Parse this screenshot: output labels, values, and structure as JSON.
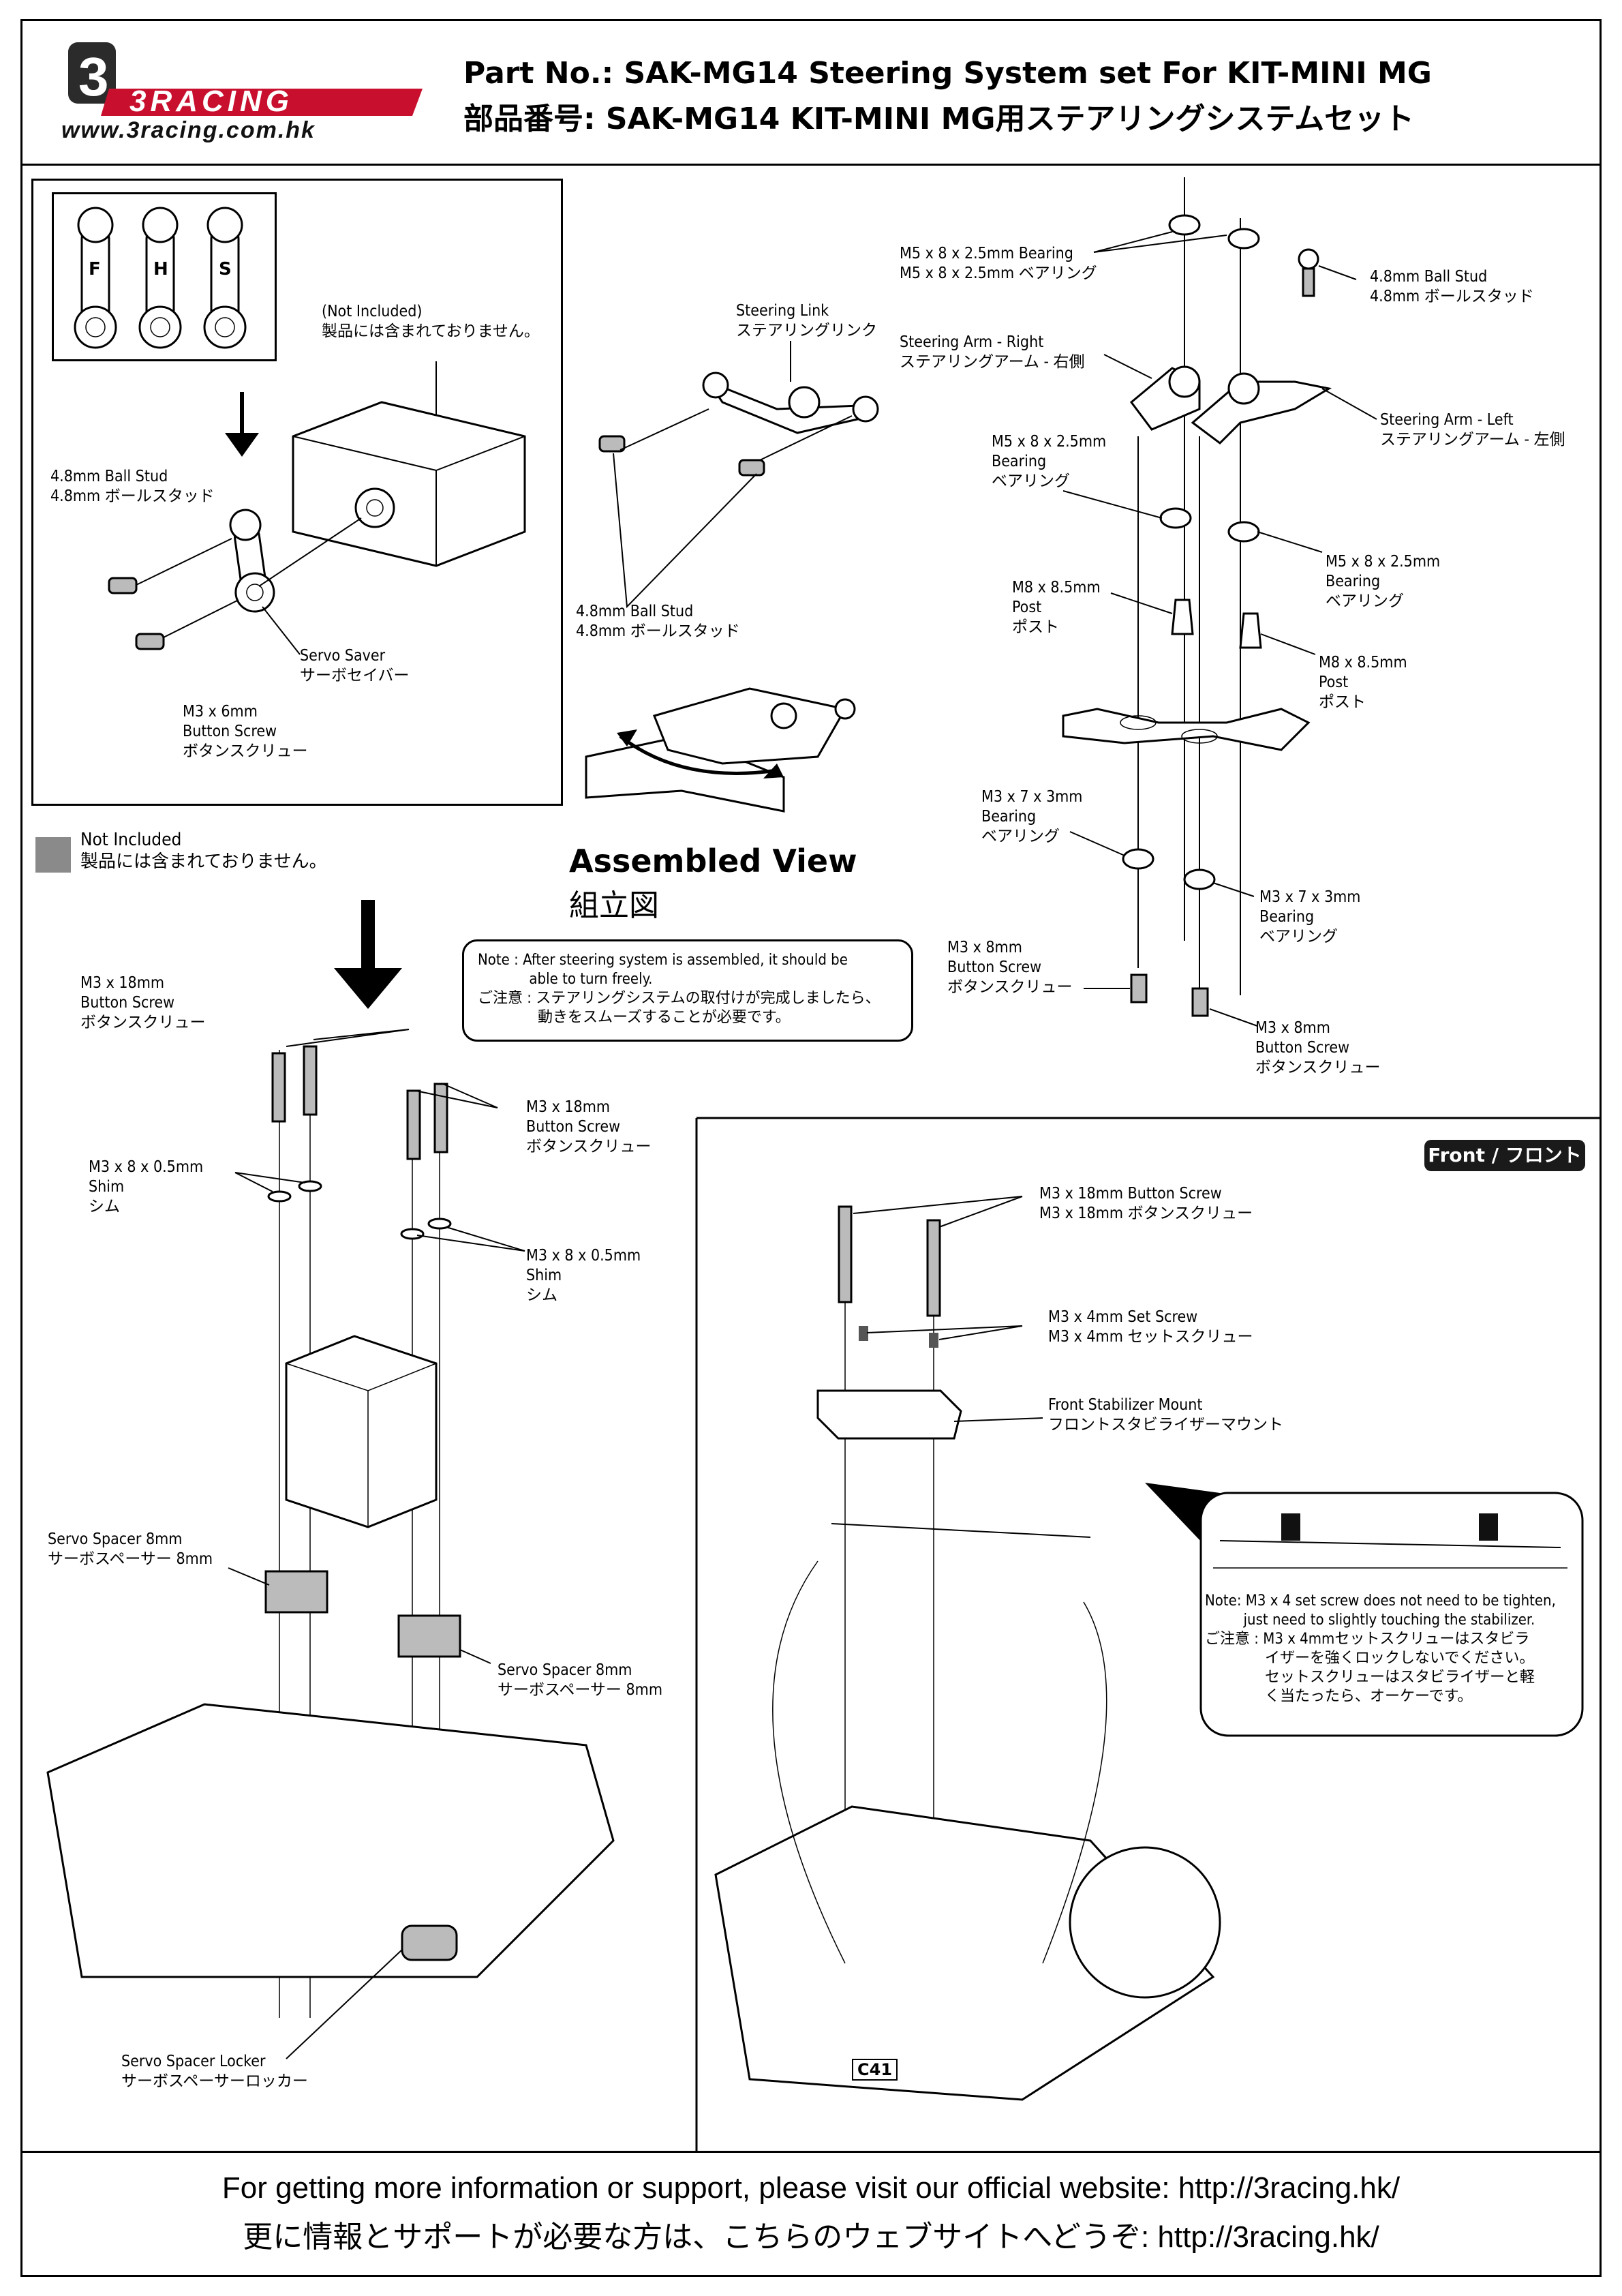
{
  "header": {
    "logo_text": "3RACING",
    "logo_url": "www.3racing.com.hk",
    "title_en": "Part No.: SAK-MG14  Steering System set For KIT-MINI MG",
    "title_jp": "部品番号: SAK-MG14  KIT-MINI MG用ステアリングシステムセット"
  },
  "servo_panel": {
    "saver_letters": [
      "F",
      "H",
      "S"
    ],
    "not_included": "(Not Included)\n製品には含まれておりません。",
    "ball_stud": "4.8mm Ball Stud\n4.8mm ボールスタッド",
    "servo_saver": "Servo Saver\nサーボセイバー",
    "button_screw": "M3 x 6mm\nButton Screw\nボタンスクリュー"
  },
  "steering_link": {
    "label": "Steering Link\nステアリングリンク",
    "ball_stud": "4.8mm Ball Stud\n4.8mm ボールスタッド"
  },
  "right_diagram": {
    "bearing_top": "M5 x 8 x 2.5mm Bearing\nM5 x 8 x 2.5mm ベアリング",
    "ball_stud": "4.8mm Ball Stud\n4.8mm ボールスタッド",
    "arm_right": "Steering Arm - Right\nステアリングアーム - 右側",
    "arm_left": "Steering Arm - Left\nステアリングアーム - 左側",
    "bearing_mid_left": "M5 x 8 x 2.5mm\nBearing\nベアリング",
    "bearing_mid_right": "M5 x 8 x 2.5mm\nBearing\nベアリング",
    "post_left": "M8 x 8.5mm\nPost\nポスト",
    "post_right": "M8 x 8.5mm\nPost\nポスト",
    "bearing_low_left": "M3 x 7 x 3mm\nBearing\nベアリング",
    "bearing_low_right": "M3 x 7 x 3mm\nBearing\nベアリング",
    "screw_left": "M3 x 8mm\nButton Screw\nボタンスクリュー",
    "screw_right": "M3 x 8mm\nButton Screw\nボタンスクリュー"
  },
  "legend": {
    "not_included": "Not Included\n製品には含まれておりません。"
  },
  "assembled": {
    "title_en": "Assembled View",
    "title_jp": "組立図",
    "note": "Note : After steering system is assembled, it should be\n            able to turn freely.\nご注意 : ステアリングシステムの取付けが完成しましたら、\n              動きをスムーズすることが必要です。"
  },
  "bottom_left": {
    "screw_left": "M3 x 18mm\nButton Screw\nボタンスクリュー",
    "screw_right": "M3 x 18mm\nButton Screw\nボタンスクリュー",
    "shim_left": "M3 x 8 x 0.5mm\nShim\nシム",
    "shim_right": "M3 x 8 x 0.5mm\nShim\nシム",
    "spacer_left": "Servo Spacer 8mm\nサーボスペーサー 8mm",
    "spacer_right": "Servo Spacer 8mm\nサーボスペーサー 8mm",
    "locker": "Servo Spacer Locker\nサーボスペーサーロッカー"
  },
  "bottom_right": {
    "front_badge": "Front / フロント",
    "screw": "M3 x 18mm Button Screw\nM3 x 18mm ボタンスクリュー",
    "set_screw": "M3 x 4mm Set Screw\nM3 x 4mm セットスクリュー",
    "mount": "Front Stabilizer Mount\nフロントスタビライザーマウント",
    "note": "Note: M3 x 4 set screw does not need to be tighten,\n         just need to slightly touching the stabilizer.\nご注意 : M3 x 4mmセットスクリューはスタビラ\n              イザーを強くロックしないでください。\n              セットスクリューはスタビライザーと軽\n              く当たったら、オーケーです。",
    "chassis_mark": "C41"
  },
  "footer": {
    "line_en": "For getting more information or support, please visit our official website: http://3racing.hk/",
    "line_jp": "更に情報とサポートが必要な方は、こちらのウェブサイトへどうぞ: http://3racing.hk/"
  },
  "colors": {
    "not_included_swatch": "#8a8a8a",
    "logo_red": "#c8102e",
    "badge_bg": "#1a1a1a"
  }
}
